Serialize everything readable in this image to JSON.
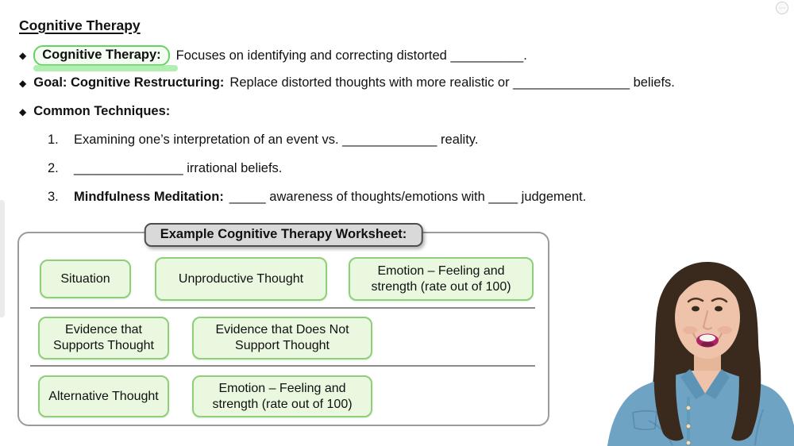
{
  "glyphs": {
    "diamond": "◆",
    "menu": "⋯"
  },
  "slide": {
    "title": "Cognitive Therapy",
    "bullets": [
      {
        "label": "Cognitive Therapy:",
        "text": "Focuses on identifying and correcting distorted __________."
      },
      {
        "label": "Goal: Cognitive Restructuring:",
        "text": "Replace distorted thoughts with more realistic or ________________ beliefs."
      },
      {
        "label": "Common Techniques:",
        "text": ""
      }
    ],
    "techniques": [
      {
        "number": "1.",
        "label": "",
        "text": "Examining one’s interpretation of an event vs. _____________ reality."
      },
      {
        "number": "2.",
        "label": "",
        "text": "_______________ irrational beliefs."
      },
      {
        "number": "3.",
        "label": "Mindfulness Meditation:",
        "text": "_____ awareness of thoughts/emotions with ____ judgement."
      }
    ]
  },
  "worksheet": {
    "header": "Example Cognitive Therapy Worksheet:",
    "rows": [
      {
        "cells": [
          "Situation",
          "Unproductive Thought",
          "Emotion – Feeling and strength (rate out of 100)"
        ]
      },
      {
        "cells": [
          "Evidence that Supports Thought",
          "Evidence that Does Not Support Thought"
        ]
      },
      {
        "cells": [
          "Alternative Thought",
          "Emotion – Feeling and strength (rate out of 100)"
        ]
      }
    ]
  },
  "colors": {
    "highlight_border": "#62d462",
    "highlight_fill": "#f3fdf1",
    "highlight_swipe": "#97e897",
    "cell_fill": "#e9f8df",
    "cell_border": "#8fce7a",
    "tab_fill": "#d9d9d9",
    "tab_border": "#4d4d4d",
    "box_border": "#9b9b9b",
    "divider": "#8c8c8c",
    "presenter_hair": "#3a2a1e",
    "presenter_skin": "#eec3a9",
    "presenter_shirt": "#6fa3c4",
    "presenter_lips": "#b02465"
  }
}
